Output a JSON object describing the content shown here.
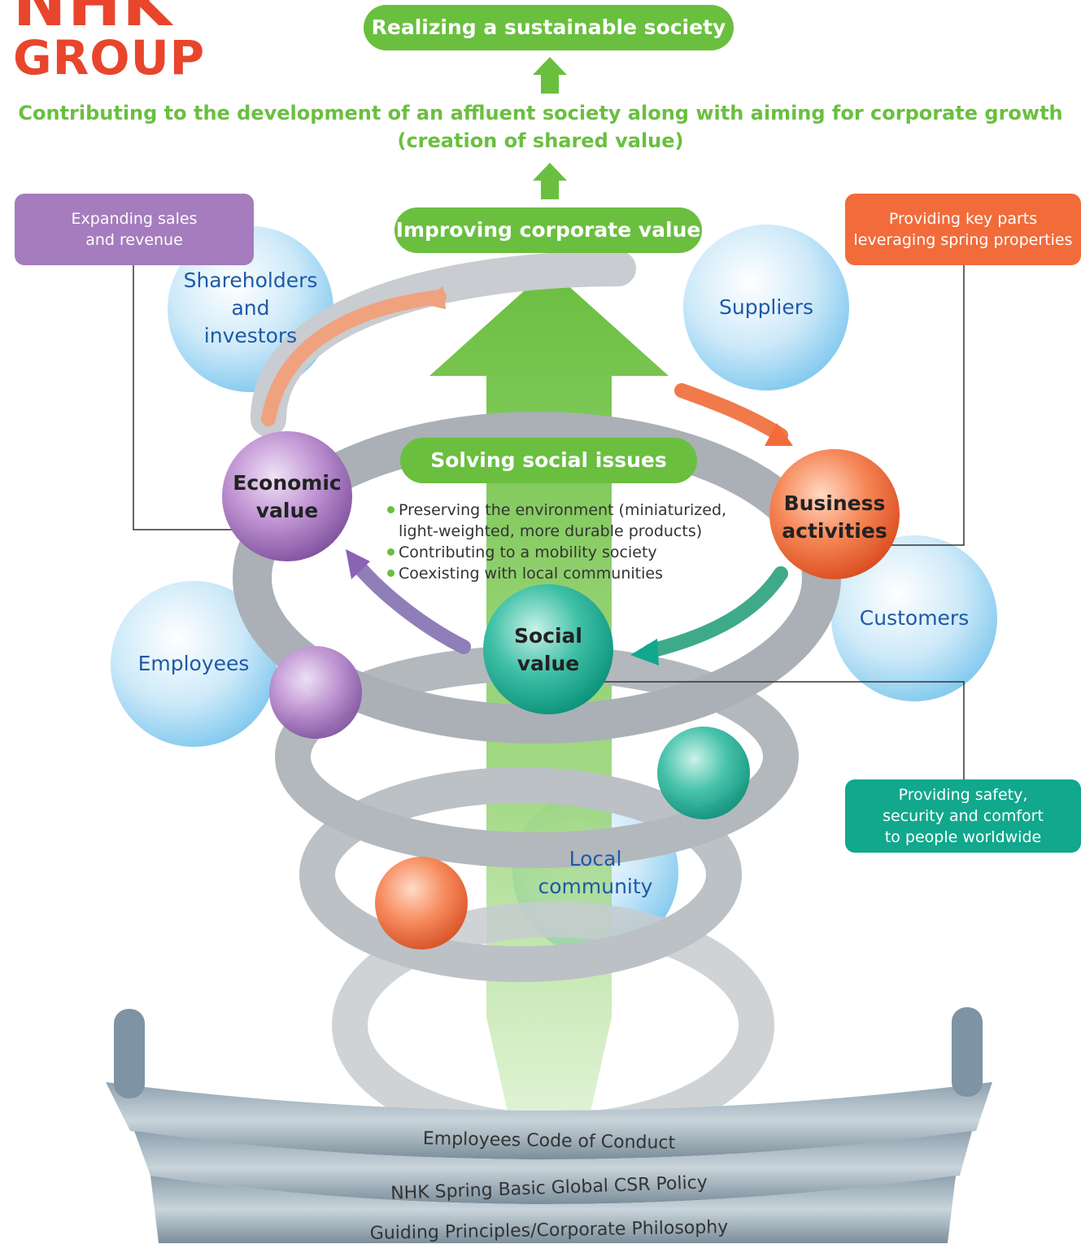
{
  "logo": {
    "line1": "NHK",
    "line2": "GROUP",
    "color": "#e8452c",
    "accent": "#3aa14a"
  },
  "top_goal": "Realizing a sustainable society",
  "headline": {
    "line1": "Contributing to the development of an affluent society along with aiming for corporate growth",
    "line2": "(creation of shared value)"
  },
  "improving": "Improving corporate value",
  "solving": "Solving social issues",
  "issues": [
    "Preserving the environment (miniaturized, light-weighted, more durable products)",
    "Contributing to a mobility society",
    "Coexisting with local communities"
  ],
  "callouts": {
    "economic": {
      "line1": "Expanding sales",
      "line2": "and revenue",
      "color": "#a57cbd"
    },
    "business": {
      "line1": "Providing key parts",
      "line2": "leveraging spring properties",
      "color": "#f26b3a"
    },
    "social": {
      "line1": "Providing safety,",
      "line2": "security and comfort",
      "line3": "to people worldwide",
      "color": "#11a88d"
    }
  },
  "values": {
    "economic": {
      "line1": "Economic",
      "line2": "value"
    },
    "business": {
      "line1": "Business",
      "line2": "activities"
    },
    "social": {
      "line1": "Social",
      "line2": "value"
    }
  },
  "stakeholders": {
    "shareholders": {
      "line1": "Shareholders",
      "line2": "and",
      "line3": "investors"
    },
    "suppliers": "Suppliers",
    "employees": "Employees",
    "customers": "Customers",
    "local": {
      "line1": "Local",
      "line2": "community"
    }
  },
  "foundation": [
    "Employees Code of Conduct",
    "NHK Spring Basic Global CSR Policy",
    "Guiding Principles/Corporate Philosophy"
  ],
  "colors": {
    "green": "#6abf3f",
    "stakeholder_text": "#1d5aa6"
  }
}
